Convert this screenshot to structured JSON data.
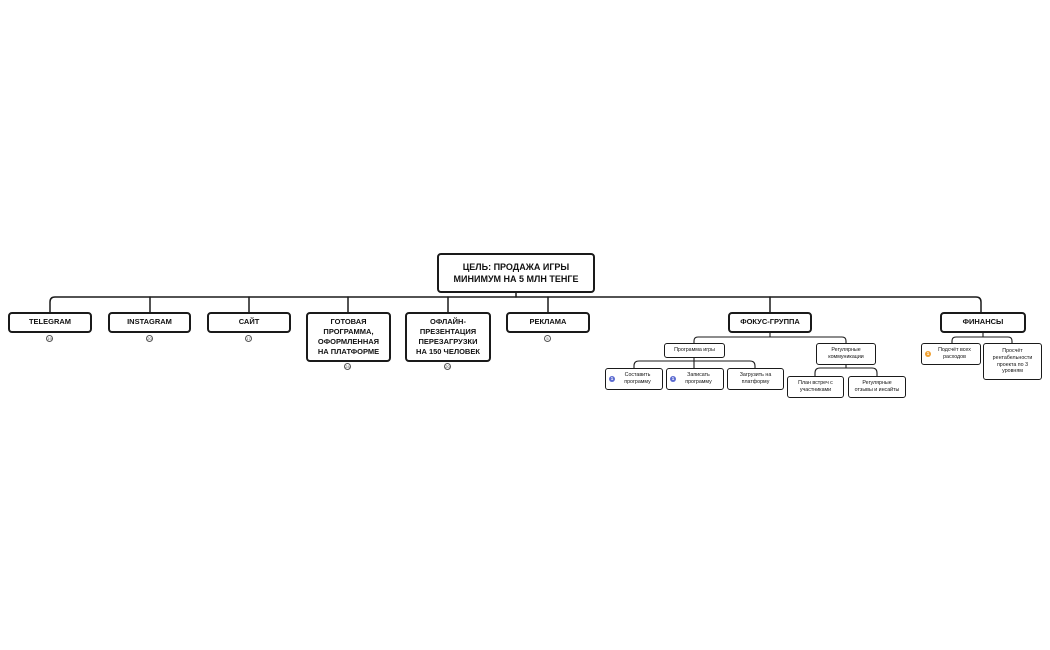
{
  "root": {
    "label": "ЦЕЛЬ: ПРОДАЖА ИГРЫ\nМИНИМУМ НА 5 МЛН ТЕНГЕ"
  },
  "topics": [
    {
      "label": "TELEGRAM",
      "badge": "19"
    },
    {
      "label": "INSTAGRAM",
      "badge": "20"
    },
    {
      "label": "САЙТ",
      "badge": "17"
    },
    {
      "label": "ГОТОВАЯ\nПРОГРАММА,\nОФОРМЛЕННАЯ\nНА ПЛАТФОРМЕ",
      "badge": "24"
    },
    {
      "label": "ОФЛАЙН-\nПРЕЗЕНТАЦИЯ\nПЕРЕЗАГРУЗКИ\nНА 150 ЧЕЛОВЕК",
      "badge": "20"
    },
    {
      "label": "РЕКЛАМА",
      "badge": "5"
    },
    {
      "label": "ФОКУС-ГРУППА"
    },
    {
      "label": "ФИНАНСЫ"
    }
  ],
  "focus_group": {
    "program": {
      "label": "Программа игры",
      "children": [
        {
          "label": "Составить\nпрограмму",
          "marker": "1"
        },
        {
          "label": "Записать\nпрограмму",
          "marker": "1"
        },
        {
          "label": "Загрузить на\nплатформу"
        }
      ]
    },
    "communications": {
      "label": "Регулярные\nкоммуникации",
      "children": [
        {
          "label": "План встреч с\nучастниками"
        },
        {
          "label": "Регулярные\nотзывы и инсайты"
        }
      ]
    }
  },
  "finance": {
    "children": [
      {
        "label": "Подсчёт всех\nрасходов",
        "marker": "1"
      },
      {
        "label": "Просчёт\nрентабельности\nпроекта по 3\nуровням"
      }
    ]
  },
  "colors": {
    "line": "#1a1a1a",
    "marker_blue": "#5b6ad0",
    "marker_orange": "#f0a030"
  }
}
